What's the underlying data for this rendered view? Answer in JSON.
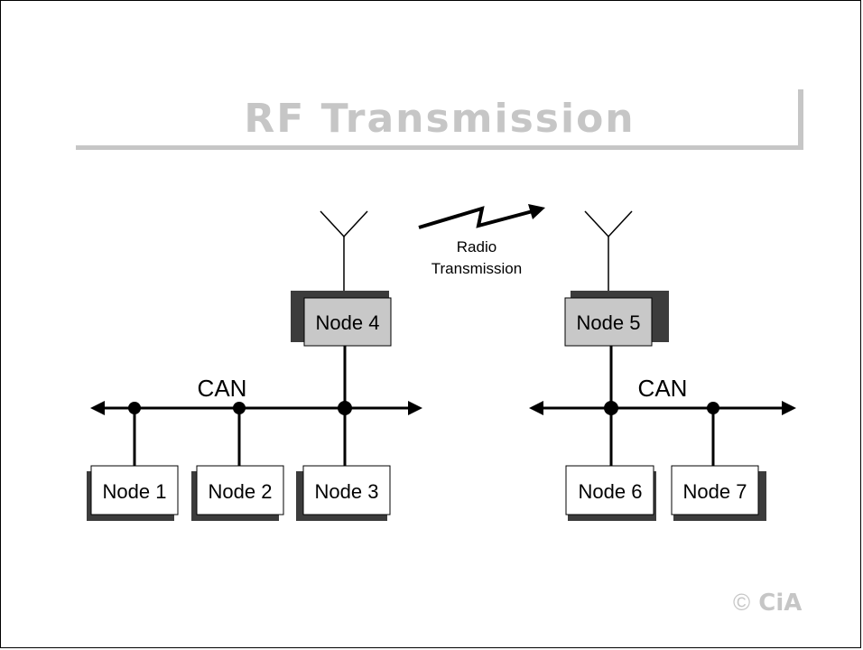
{
  "slide": {
    "title": "RF Transmission",
    "copyright_symbol": "©",
    "copyright_text": "CiA"
  },
  "diagram": {
    "radio_label_line1": "Radio",
    "radio_label_line2": "Transmission",
    "networks": [
      {
        "bus_label": "CAN",
        "gateway": "Node 4",
        "nodes": [
          "Node 1",
          "Node 2",
          "Node 3"
        ]
      },
      {
        "bus_label": "CAN",
        "gateway": "Node 5",
        "nodes": [
          "Node 6",
          "Node 7"
        ]
      }
    ]
  },
  "colors": {
    "title": "#c6c6c6",
    "gateway_fill": "#c8c8c8",
    "node_fill": "#ffffff",
    "shadow": "#3c3c3c",
    "line": "#000000"
  }
}
